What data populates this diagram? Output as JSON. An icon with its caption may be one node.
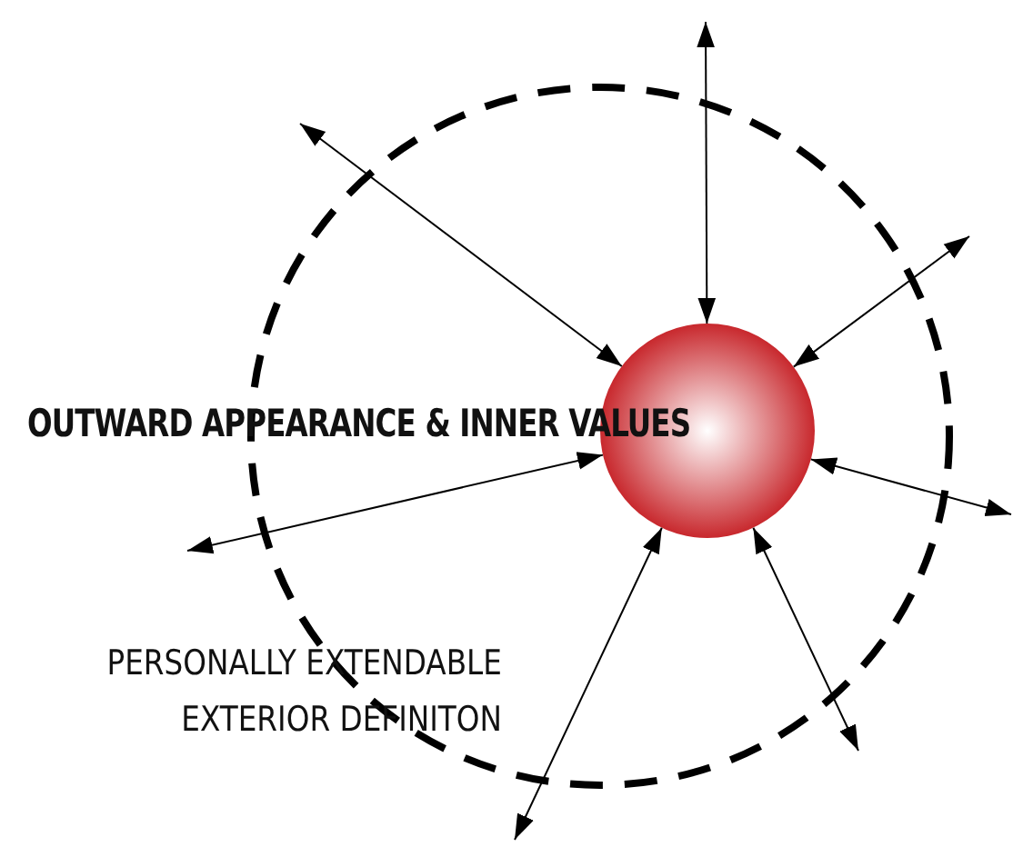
{
  "diagram": {
    "nodes": [
      {
        "text": [],
        "shape": "circle"
      },
      {
        "text": [
          "OUTWARD APPEARANCE & INNER VALUES"
        ],
        "in": 0
      }
    ],
    "edges": [
      {
        "from": null,
        "to": 1,
        "arrow": "both"
      },
      {
        "from": null,
        "to": 1,
        "arrow": "both"
      },
      {
        "from": null,
        "to": 1,
        "arrow": "both"
      },
      {
        "from": null,
        "to": 1,
        "arrow": "both"
      },
      {
        "from": null,
        "to": 1,
        "arrow": "both"
      },
      {
        "from": null,
        "to": 1,
        "arrow": "both"
      },
      {
        "from": null,
        "to": 1,
        "arrow": "both"
      }
    ],
    "labels": [
      "PERSONALLY EXTENDABLE EXTERIOR DEFINITON"
    ]
  }
}
